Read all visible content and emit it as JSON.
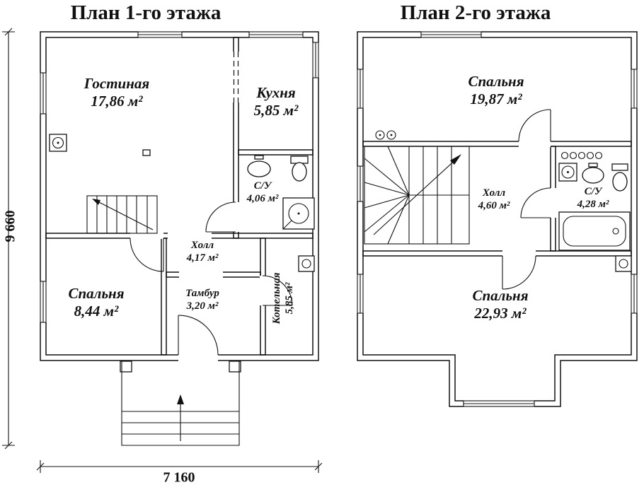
{
  "plan1": {
    "title": "План 1-го этажа",
    "rooms": {
      "living": {
        "name": "Гостиная",
        "area": "17,86 м²"
      },
      "kitchen": {
        "name": "Кухня",
        "area": "5,85 м²"
      },
      "bathroom": {
        "name": "С/У",
        "area": "4,06 м²"
      },
      "hall": {
        "name": "Холл",
        "area": "4,17 м²"
      },
      "bedroom": {
        "name": "Спальня",
        "area": "8,44 м²"
      },
      "vestibule": {
        "name": "Тамбур",
        "area": "3,20 м²"
      },
      "boiler": {
        "name": "Котельная",
        "area": "5,85 м²"
      }
    }
  },
  "plan2": {
    "title": "План 2-го этажа",
    "rooms": {
      "bedroom1": {
        "name": "Спальня",
        "area": "19,87 м²"
      },
      "hall": {
        "name": "Холл",
        "area": "4,60 м²"
      },
      "bathroom": {
        "name": "С/У",
        "area": "4,28 м²"
      },
      "bedroom2": {
        "name": "Спальня",
        "area": "22,93 м²"
      }
    }
  },
  "dimensions": {
    "height_mm": "9 660",
    "width_mm": "7 160"
  }
}
